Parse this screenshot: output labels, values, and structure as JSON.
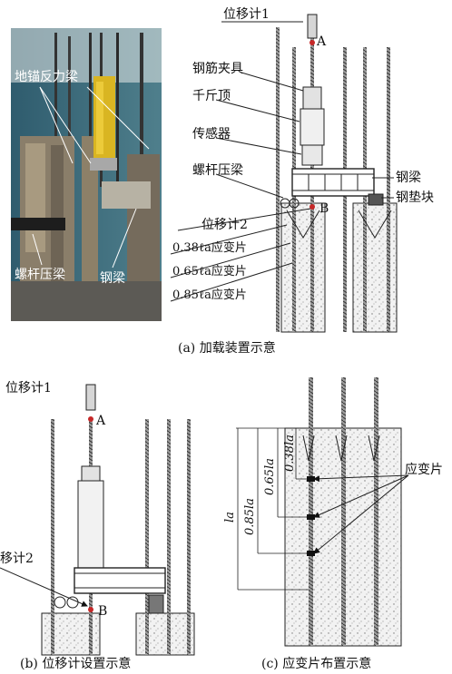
{
  "photo": {
    "label_anchor_beam": "地锚反力梁",
    "label_bolt_beam": "螺杆压梁",
    "label_steel_beam": "钢梁"
  },
  "panel_a": {
    "caption": "(a) 加载装置示意",
    "labels": {
      "disp1": "位移计1",
      "point_a": "A",
      "rebar_clamp": "钢筋夹具",
      "jack": "千斤顶",
      "sensor": "传感器",
      "bolt_beam": "螺杆压梁",
      "steel_beam": "钢梁",
      "steel_pad": "钢垫块",
      "disp2": "位移计2",
      "point_b": "B",
      "strain_038": "0.38ℓa应变片",
      "strain_065": "0.65ℓa应变片",
      "strain_085": "0.85ℓa应变片"
    }
  },
  "panel_b": {
    "caption": "(b) 位移计设置示意",
    "labels": {
      "disp1": "位移计1",
      "point_a": "A",
      "disp2": "移计2",
      "point_b": "B"
    }
  },
  "panel_c": {
    "caption": "(c) 应变片布置示意",
    "labels": {
      "strain": "应变片",
      "la": "la",
      "d085": "0.85la",
      "d065": "0.65la",
      "d038": "0.38la"
    }
  }
}
